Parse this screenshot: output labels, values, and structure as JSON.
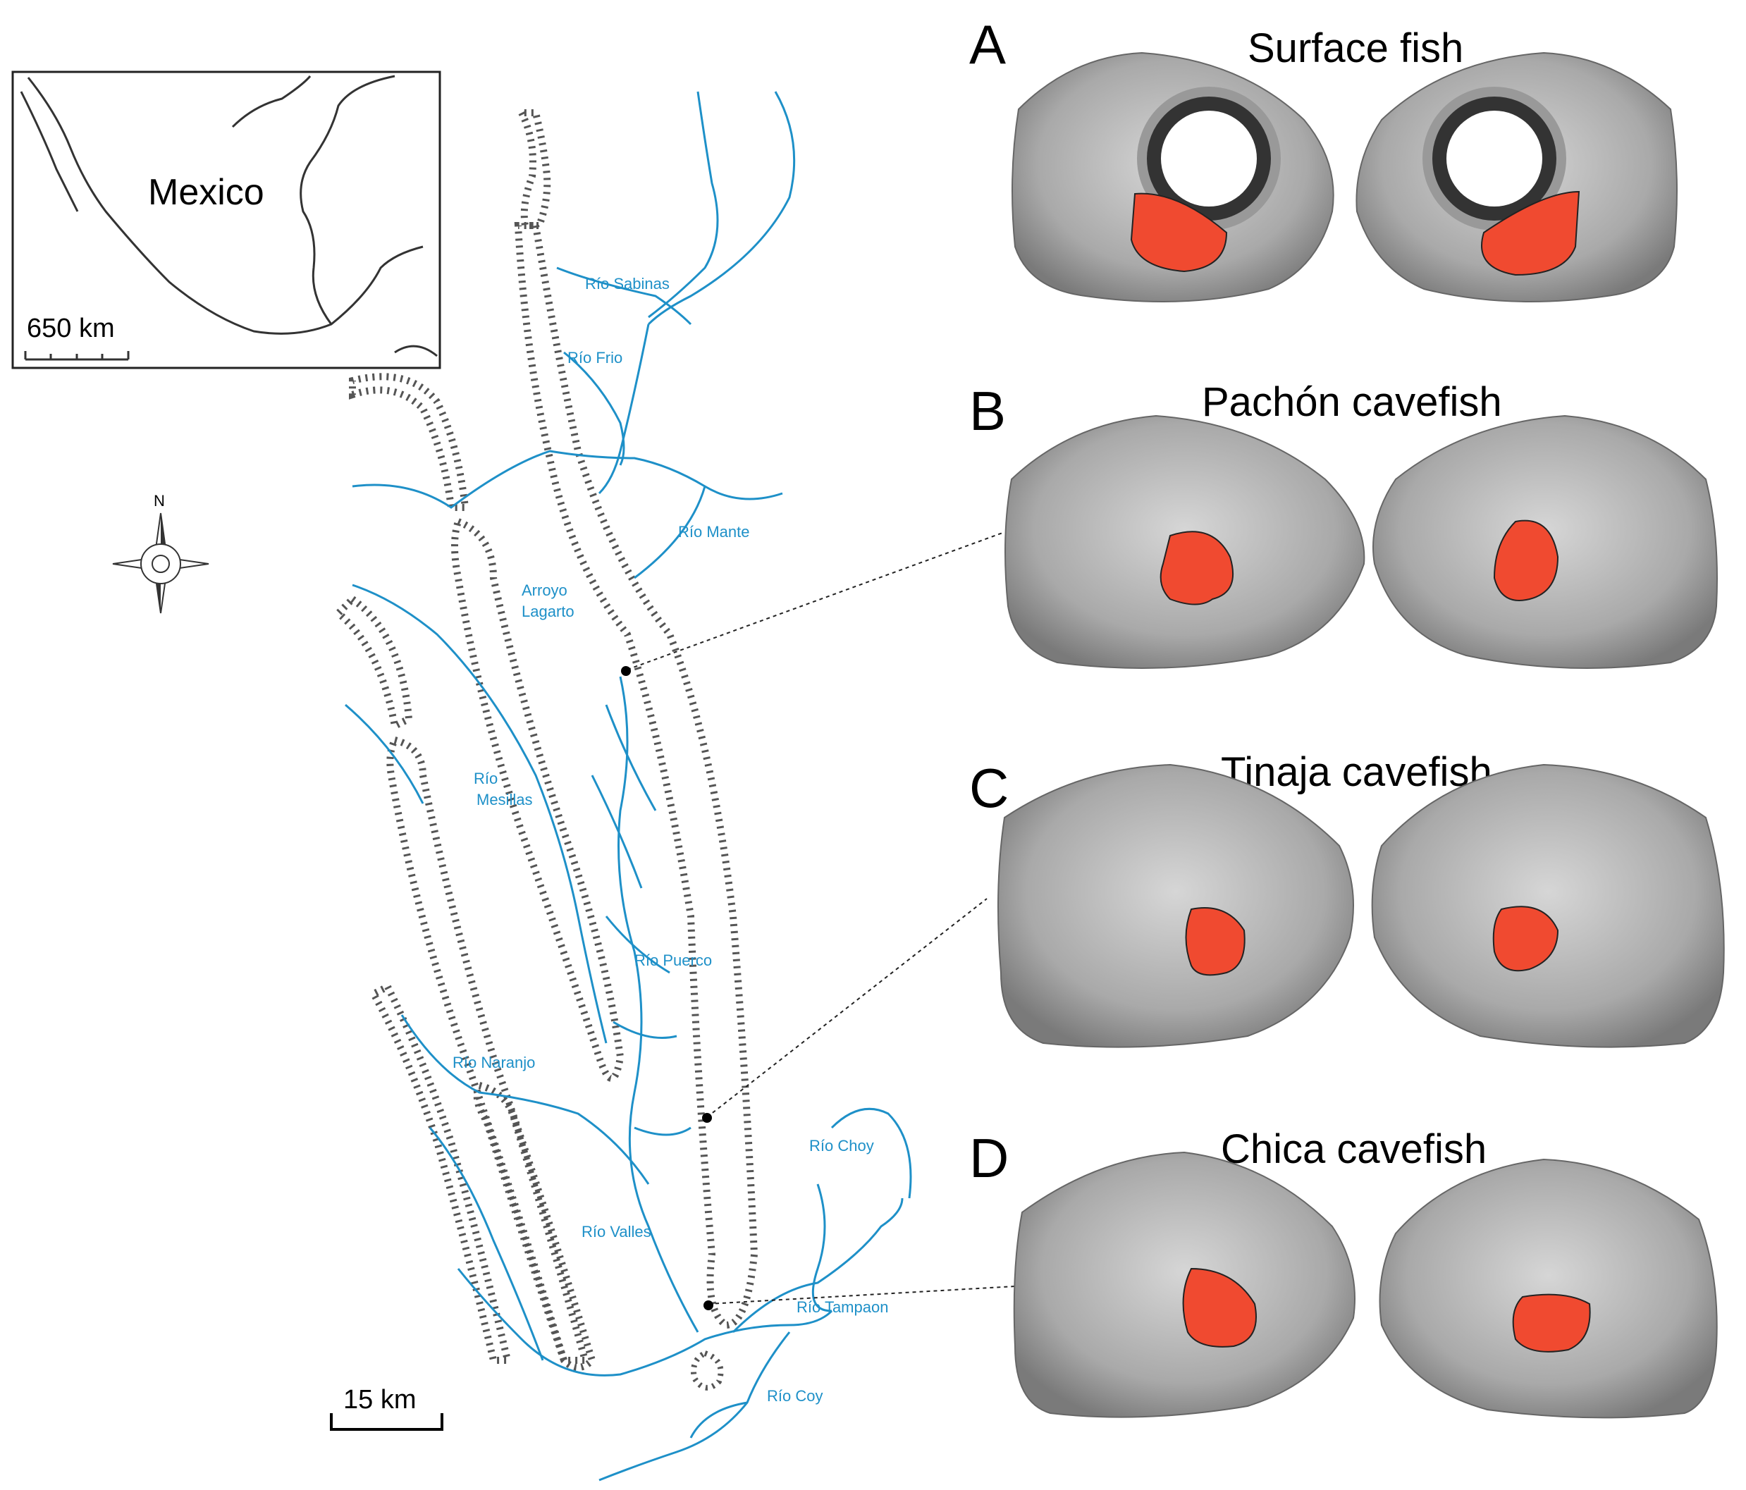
{
  "inset": {
    "country_label": "Mexico",
    "scale_label": "650 km"
  },
  "compass": {
    "north_label": "N"
  },
  "map": {
    "scale_label": "15 km",
    "rivers": {
      "sabinas": "Río Sabinas",
      "frio": "Río Frio",
      "mante": "Río Mante",
      "arroyo_1": "Arroyo",
      "arroyo_2": "Lagarto",
      "mesillas_1": "Río",
      "mesillas_2": "Mesillas",
      "puerco": "Río Puerco",
      "naranjo": "Río Naranjo",
      "choy": "Río Choy",
      "valles": "Río Valles",
      "tampaon": "Río Tampaon",
      "coy": "Río Coy"
    }
  },
  "panels": [
    {
      "letter": "A",
      "title": "Surface fish"
    },
    {
      "letter": "B",
      "title": "Pachón cavefish"
    },
    {
      "letter": "C",
      "title": "Tinaja cavefish"
    },
    {
      "letter": "D",
      "title": "Chica cavefish"
    }
  ],
  "colors": {
    "river": "#1e90c8",
    "highlight": "#f04a30",
    "skull": "#bcbcbc"
  }
}
